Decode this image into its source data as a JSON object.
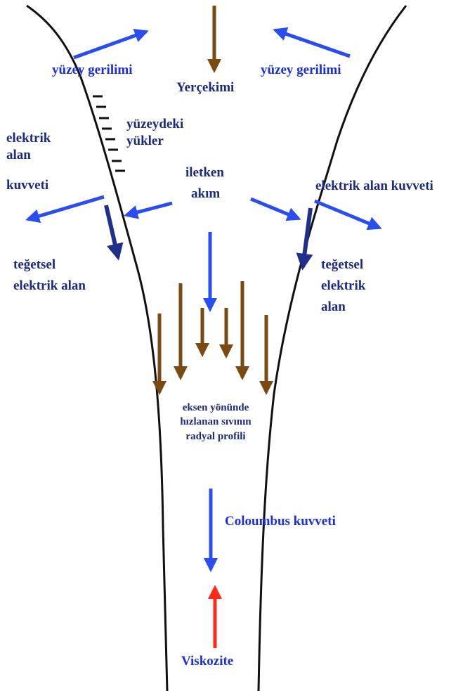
{
  "colors": {
    "blue_label": "#1a2ee0",
    "navy_label": "#1c2a80",
    "blue_arrow": "#2a4df0",
    "navy_arrow": "#1f2f8a",
    "brown_arrow": "#7a4a12",
    "red_arrow": "#ff2a1a",
    "outline": "#111111"
  },
  "labels": {
    "surface_tension_left": "yüzey gerilimi",
    "surface_tension_right": "yüzey gerilimi",
    "gravity": "Yerçekimi",
    "surface_charges_line1": "yüzeydeki",
    "surface_charges_line2": "yükler",
    "efield_force_left_line1": "elektrik",
    "efield_force_left_line2": "alan",
    "efield_force_left_line3": "kuvveti",
    "efield_force_right": "elektrik alan kuvveti",
    "conduction_current_line1": "iletken",
    "conduction_current_line2": "akım",
    "tangential_left_line1": "teğetsel",
    "tangential_left_line2": "elektrik alan",
    "tangential_right_line1": "teğetsel",
    "tangential_right_line2": "elektrik",
    "tangential_right_line3": "alan",
    "profile_line1": "eksen yönünde",
    "profile_line2": "hızlanan sıvının",
    "profile_line3": "radyal profili",
    "coulomb": "Coloumbus kuvveti",
    "viscosity": "Viskozite"
  }
}
